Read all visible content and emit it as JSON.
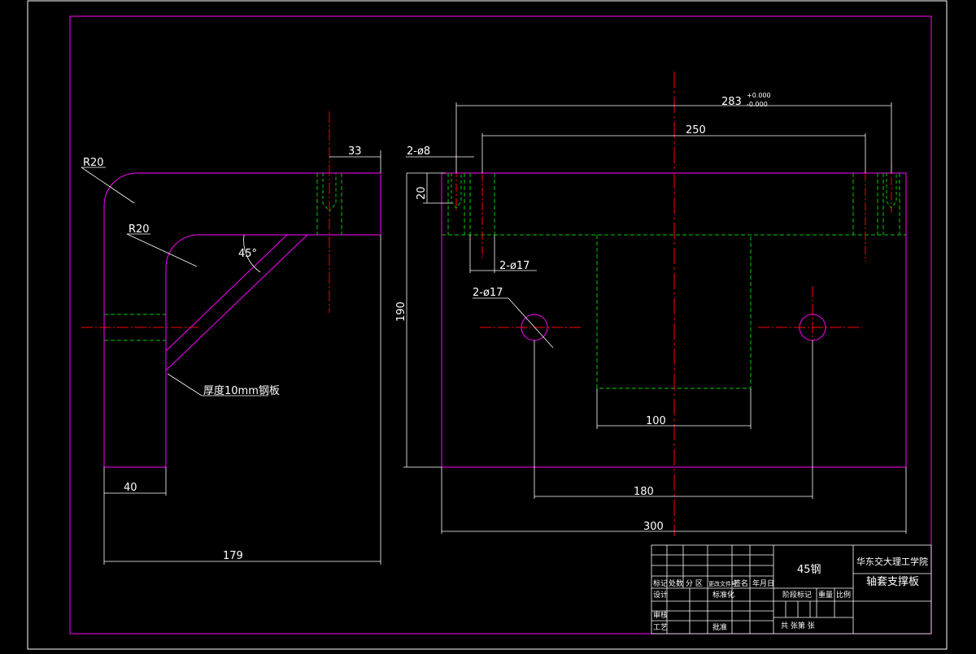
{
  "palette": {
    "background": "#000000",
    "border": "#ffffff",
    "outline": "#ff00ff",
    "hidden": "#00c800",
    "center": "#ff0000",
    "text": "#ffffff"
  },
  "side_view": {
    "r20_outer": "R20",
    "r20_inner": "R20",
    "angle": "45°",
    "dim_top": "33",
    "dim_bottom": "40",
    "dim_width": "179",
    "rib_note": "厚度10mm钢板"
  },
  "front_view": {
    "dim_overall_hole": "283",
    "tol_upper": "+0.000",
    "tol_lower": "-0.000",
    "dim_250": "250",
    "hole_small": "2-ø8",
    "depth": "20",
    "hole_large": "2-ø17",
    "hole_side": "2-ø17",
    "height": "190",
    "dim_100": "100",
    "dim_180": "180",
    "dim_300": "300"
  },
  "title_block": {
    "material": "45钢",
    "school": "华东交大理工学院",
    "part_name": "轴套支撑板",
    "r_mark": "标记",
    "r_count": "处数",
    "r_zone": "分 区",
    "r_docno": "更改文件号",
    "r_sign": "签名",
    "r_date": "年月日",
    "r_design": "设计",
    "r_std": "标准化",
    "r_stage": "阶段标记",
    "r_weight": "重量",
    "r_scale": "比例",
    "r_check": "审核",
    "r_process": "工艺",
    "r_approve": "批准",
    "r_sheets": "共   张第   张"
  }
}
